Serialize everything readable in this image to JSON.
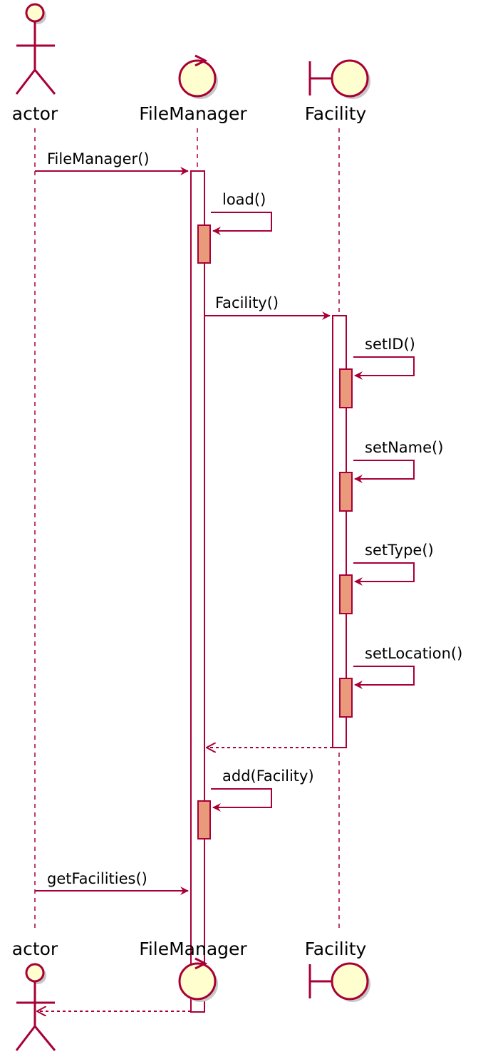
{
  "colors": {
    "line": "#A80036",
    "fill": "#FEFECE",
    "nested_activation": "#E89A7A",
    "shadow": "#C8C8C8",
    "text": "#000000"
  },
  "participants": [
    {
      "name": "actor",
      "kind": "actor",
      "icon": "stick-figure-icon"
    },
    {
      "name": "FileManager",
      "kind": "control",
      "icon": "control-circle-icon"
    },
    {
      "name": "Facility",
      "kind": "boundary",
      "icon": "boundary-icon"
    }
  ],
  "messages": [
    {
      "from": "actor",
      "to": "FileManager",
      "label": "FileManager()",
      "style": "call"
    },
    {
      "from": "FileManager",
      "to": "FileManager",
      "label": "load()",
      "style": "self"
    },
    {
      "from": "FileManager",
      "to": "Facility",
      "label": "Facility()",
      "style": "call"
    },
    {
      "from": "Facility",
      "to": "Facility",
      "label": "setID()",
      "style": "self"
    },
    {
      "from": "Facility",
      "to": "Facility",
      "label": "setName()",
      "style": "self"
    },
    {
      "from": "Facility",
      "to": "Facility",
      "label": "setType()",
      "style": "self"
    },
    {
      "from": "Facility",
      "to": "Facility",
      "label": "setLocation()",
      "style": "self"
    },
    {
      "from": "Facility",
      "to": "FileManager",
      "label": "",
      "style": "return"
    },
    {
      "from": "FileManager",
      "to": "FileManager",
      "label": "add(Facility)",
      "style": "self"
    },
    {
      "from": "actor",
      "to": "FileManager",
      "label": "getFacilities()",
      "style": "call"
    },
    {
      "from": "FileManager",
      "to": "actor",
      "label": "",
      "style": "return"
    }
  ]
}
